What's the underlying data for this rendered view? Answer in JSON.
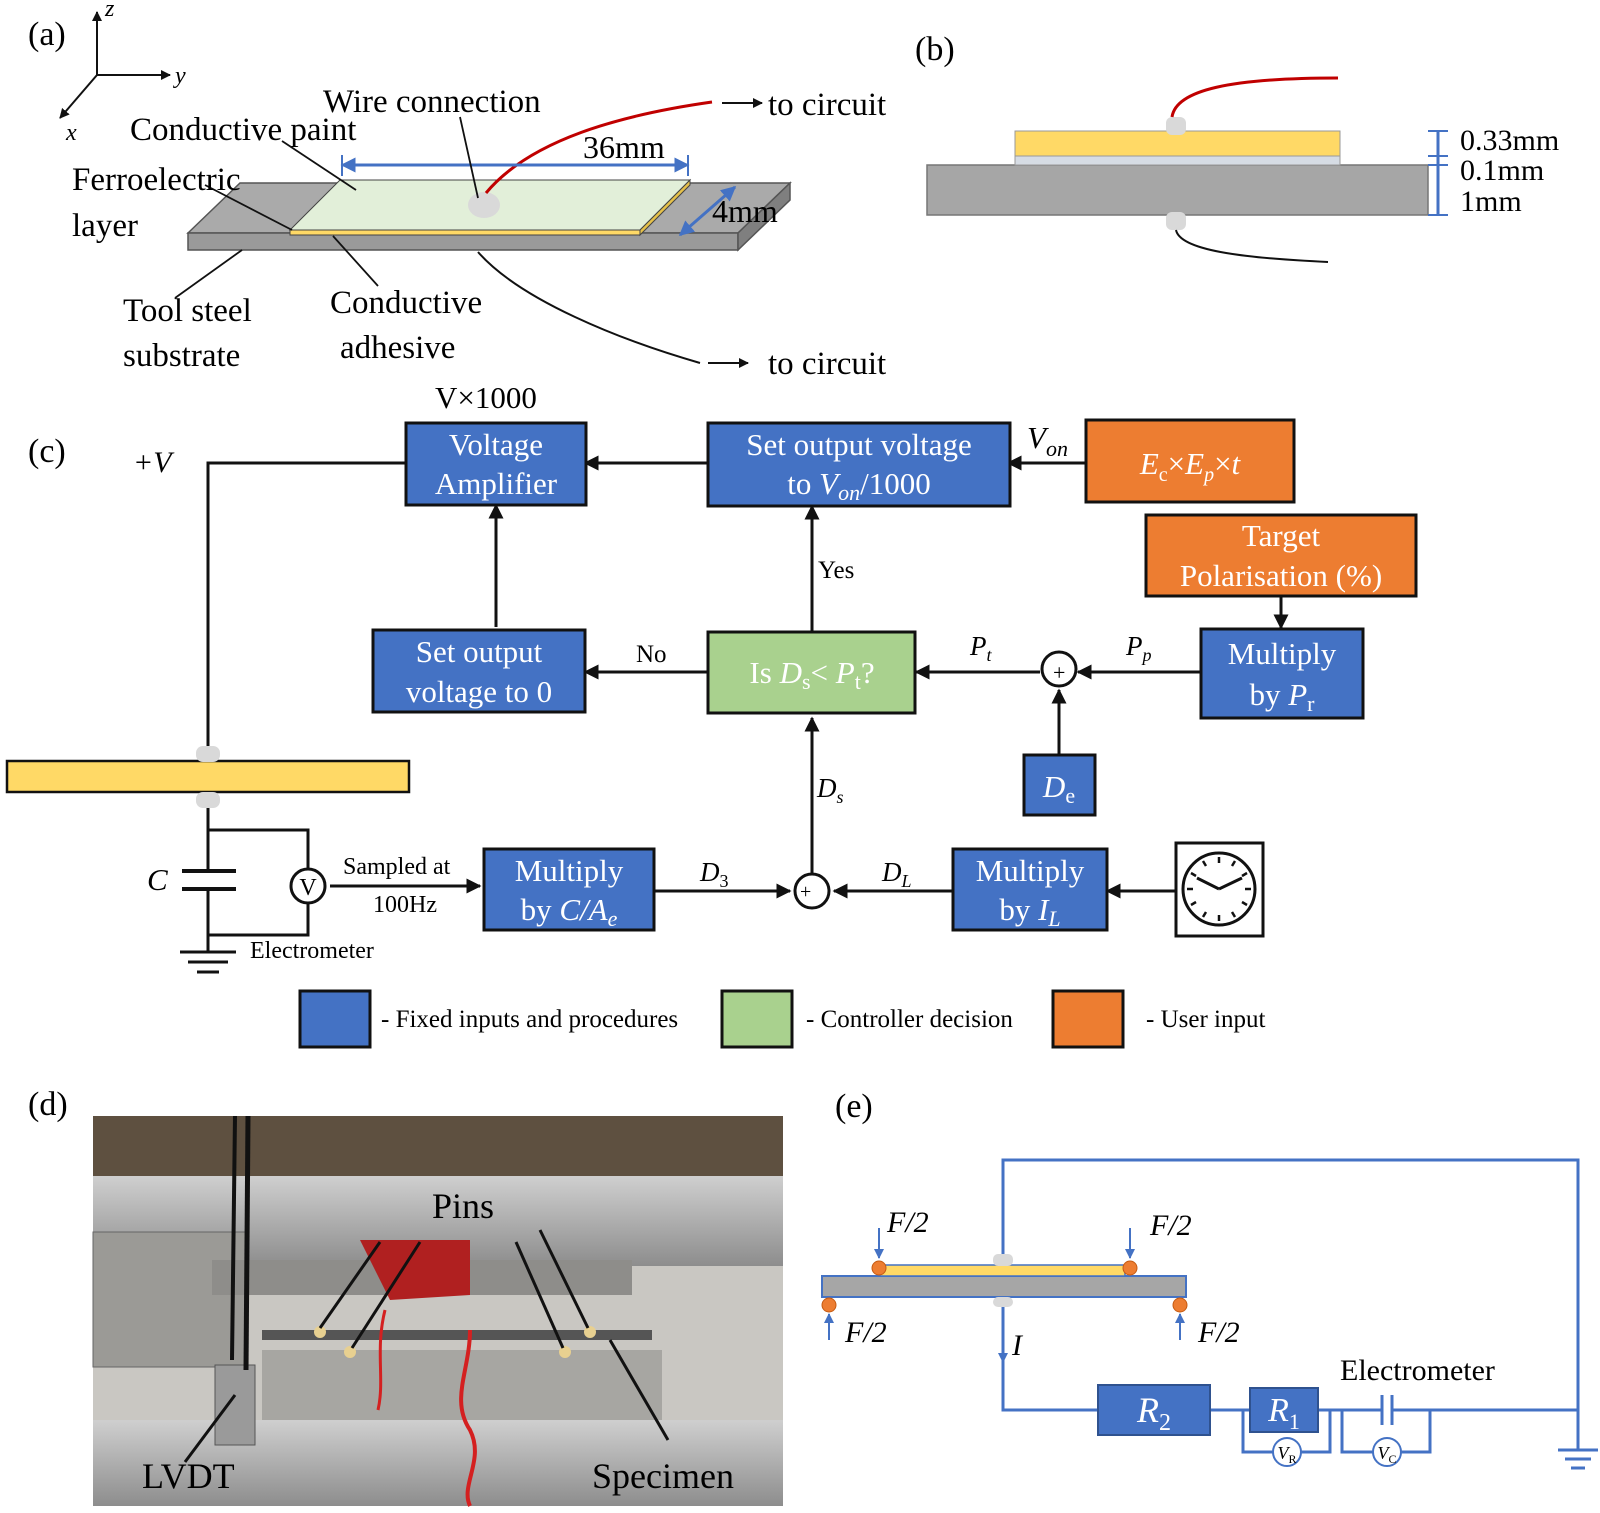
{
  "panels": {
    "a": "(a)",
    "b": "(b)",
    "c": "(c)",
    "d": "(d)",
    "e": "(e)"
  },
  "panel_a": {
    "axis_z": "z",
    "axis_y": "y",
    "axis_x": "x",
    "wire_connection": "Wire connection",
    "conductive_paint": "Conductive paint",
    "ferroelectric_1": "Ferroelectric",
    "ferroelectric_2": "layer",
    "tool_steel_1": "Tool steel",
    "tool_steel_2": "substrate",
    "adhesive_1": "Conductive",
    "adhesive_2": "adhesive",
    "to_circuit_top": "to circuit",
    "to_circuit_bottom": "to circuit",
    "length": "36mm",
    "width": "4mm"
  },
  "panel_b": {
    "t1": "0.33mm",
    "t2": "0.1mm",
    "t3": "1mm"
  },
  "panel_c": {
    "plus_v": "+V",
    "v_times": "V×1000",
    "amp_1": "Voltage",
    "amp_2": "Amplifier",
    "set_von_1": "Set output voltage",
    "set_von_2a": "to ",
    "set_von_2b": "V",
    "set_von_2c": "on",
    "set_von_2d": "/1000",
    "von_a": "V",
    "von_b": "on",
    "user_ec": "E",
    "user_ec_sub": "c",
    "user_x1": "×",
    "user_ep": "E",
    "user_ep_sub": "p",
    "user_x2": "×",
    "user_t": "t",
    "target_1": "Target",
    "target_2": "Polarisation (%)",
    "mult_pr_1": "Multiply",
    "mult_pr_2a": "by ",
    "mult_pr_2b": "P",
    "mult_pr_2c": "r",
    "decision_a": "Is ",
    "decision_b": "D",
    "decision_c": "s",
    "decision_d": "< ",
    "decision_e": "P",
    "decision_f": "t",
    "decision_g": "?",
    "yes": "Yes",
    "no": "No",
    "set0_1": "Set output",
    "set0_2": "voltage to 0",
    "pt_a": "P",
    "pt_b": "t",
    "pp_a": "P",
    "pp_b": "p",
    "de_a": "D",
    "de_b": "e",
    "ds_a": "D",
    "ds_b": "s",
    "d3_a": "D",
    "d3_b": "3",
    "dl_a": "D",
    "dl_b": "L",
    "mult_ca_1": "Multiply",
    "mult_ca_2a": "by ",
    "mult_ca_2b": "C",
    "mult_ca_2c": "/",
    "mult_ca_2d": "A",
    "mult_ca_2e": "e",
    "mult_il_1": "Multiply",
    "mult_il_2a": "by ",
    "mult_il_2b": "I",
    "mult_il_2c": "L",
    "sampled_1": "Sampled at",
    "sampled_2": "100Hz",
    "cap_label": "C",
    "voltmeter": "V",
    "electrometer": "Electrometer",
    "plus_sign": "+"
  },
  "legend": {
    "fixed": "- Fixed inputs and procedures",
    "decision": "- Controller decision",
    "user": "- User input",
    "colors": {
      "fixed": "#4472C4",
      "decision": "#A9D18E",
      "user": "#ED7D31"
    }
  },
  "panel_d": {
    "pins": "Pins",
    "lvdt": "LVDT",
    "specimen": "Specimen"
  },
  "panel_e": {
    "f_tl": "F/2",
    "f_tr": "F/2",
    "f_bl": "F/2",
    "f_br": "F/2",
    "current": "I",
    "r2_a": "R",
    "r2_b": "2",
    "r1_a": "R",
    "r1_b": "1",
    "vr_a": "V",
    "vr_b": "R",
    "vc_a": "V",
    "vc_b": "C",
    "electrometer": "Electrometer"
  }
}
